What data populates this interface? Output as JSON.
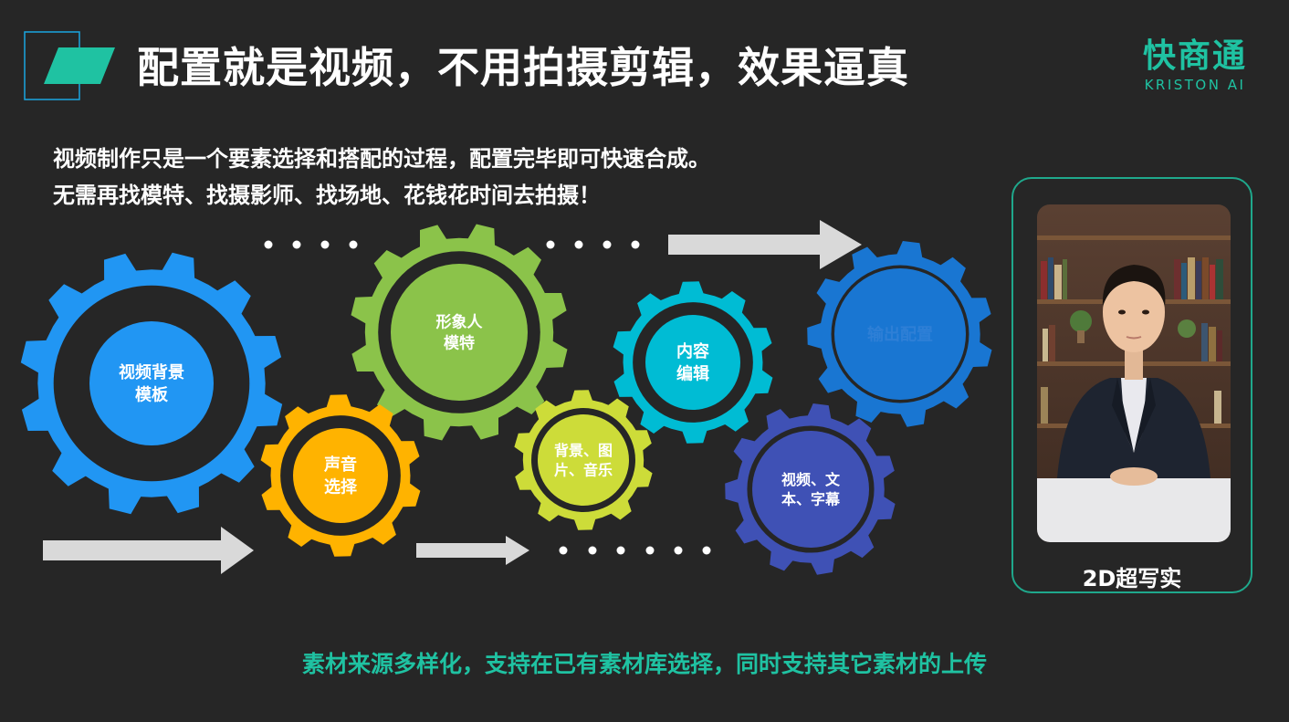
{
  "header": {
    "title": "配置就是视频，不用拍摄剪辑，效果逼真",
    "brand_name": "快商通",
    "brand_sub": "KRISTON AI"
  },
  "intro": {
    "line1": "视频制作只是一个要素选择和搭配的过程，配置完毕即可快速合成。",
    "line2": "无需再找模特、找摄影师、找场地、花钱花时间去拍摄！"
  },
  "gears": [
    {
      "id": "bg",
      "line1": "视频背景",
      "line2": "模板",
      "color": "#2196f3"
    },
    {
      "id": "model",
      "line1": "形象人",
      "line2": "模特",
      "color": "#8bc34a"
    },
    {
      "id": "voice",
      "line1": "声音",
      "line2": "选择",
      "color": "#ffb300"
    },
    {
      "id": "media",
      "line1": "背景、图",
      "line2": "片、音乐",
      "color": "#cddc39"
    },
    {
      "id": "content",
      "line1": "内容",
      "line2": "编辑",
      "color": "#00bcd4"
    },
    {
      "id": "output",
      "line1": "输出配置",
      "line2": "",
      "color": "#1976d2"
    },
    {
      "id": "text",
      "line1": "视频、文",
      "line2": "本、字幕",
      "color": "#3f51b5"
    }
  ],
  "avatar": {
    "caption": "2D超写实"
  },
  "footer": {
    "note": "素材来源多样化，支持在已有素材库选择，同时支持其它素材的上传"
  },
  "colors": {
    "accent": "#1fc2a2",
    "background": "#262626"
  }
}
